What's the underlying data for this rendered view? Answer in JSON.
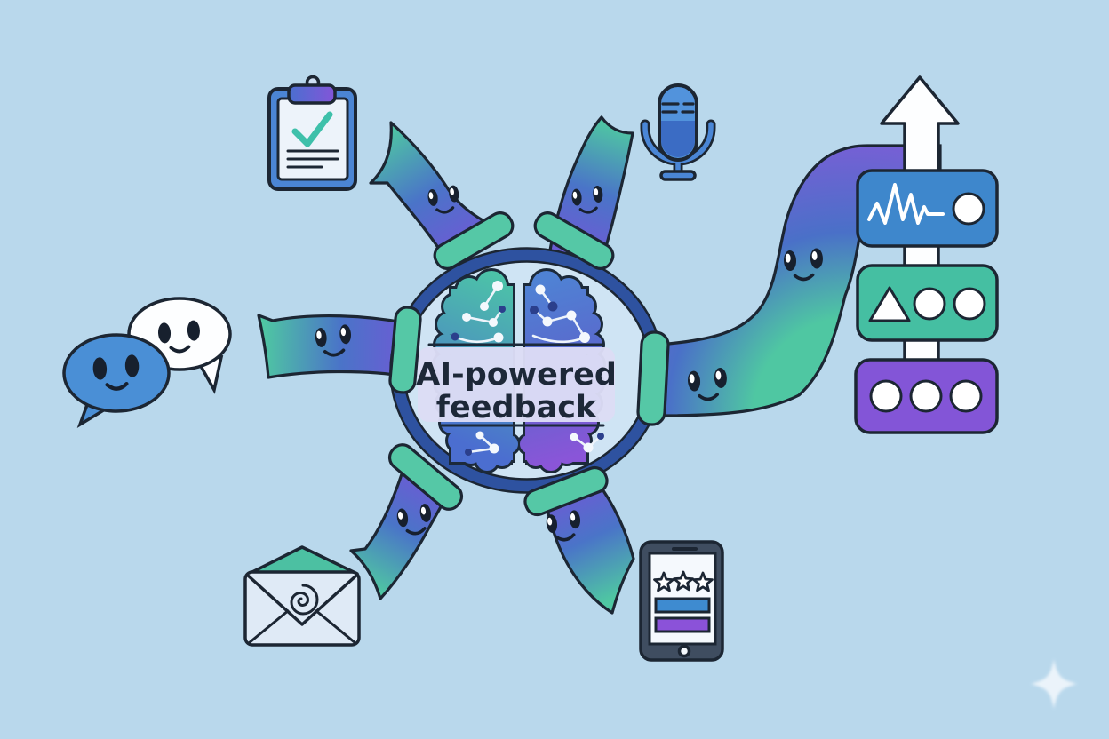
{
  "center": {
    "title_line1": "AI-powered",
    "title_line2": "feedback"
  },
  "nodes": [
    {
      "icon": "chat-bubbles-icon",
      "position": "left"
    },
    {
      "icon": "clipboard-checklist-icon",
      "position": "top-left"
    },
    {
      "icon": "microphone-icon",
      "position": "top-right"
    },
    {
      "icon": "envelope-icon",
      "position": "bottom-left"
    },
    {
      "icon": "mobile-rating-icon",
      "position": "bottom-right"
    },
    {
      "icon": "insight-cards-icon",
      "position": "right"
    },
    {
      "icon": "growth-arrow-icon",
      "position": "right"
    },
    {
      "icon": "sparkle-icon",
      "position": "bottom-right-corner"
    }
  ],
  "colors": {
    "background": "#b9d8ec",
    "outline": "#1c2633",
    "ring": "#2e52a0",
    "inner_circle": "#cfe4f4",
    "title_band": "#dcdcf5",
    "title_text": "#1d2838",
    "teal": "#4ec7a0",
    "blue": "#4a86d6",
    "purple": "#8355d8",
    "arrow_white": "#fdfeff",
    "phone_body": "#3f4d60"
  }
}
